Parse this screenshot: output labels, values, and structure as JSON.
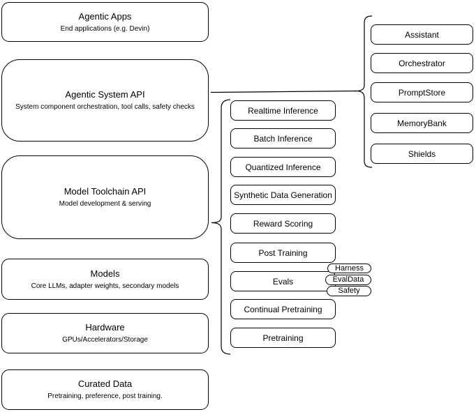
{
  "stack": [
    {
      "title": "Agentic Apps",
      "subtitle": "End applications (e.g. Devin)"
    },
    {
      "title": "Agentic System API",
      "subtitle": "System component orchestration, tool calls, safety checks"
    },
    {
      "title": "Model Toolchain API",
      "subtitle": "Model development & serving"
    },
    {
      "title": "Models",
      "subtitle": "Core LLMs, adapter weights, secondary models"
    },
    {
      "title": "Hardware",
      "subtitle": "GPUs/Accelerators/Storage"
    },
    {
      "title": "Curated Data",
      "subtitle": "Pretraining, preference, post training."
    }
  ],
  "toolchain_items": [
    "Realtime Inference",
    "Batch Inference",
    "Quantized Inference",
    "Synthetic Data Generation",
    "Reward Scoring",
    "Post Training",
    "Evals",
    "Continual Pretraining",
    "Pretraining"
  ],
  "evals_tags": [
    "Harness",
    "EvalData",
    "Safety"
  ],
  "system_components": [
    "Assistant",
    "Orchestrator",
    "PromptStore",
    "MemoryBank",
    "Shields"
  ],
  "colors": {
    "stroke": "#000000",
    "fill": "#ffffff",
    "text": "#000000"
  }
}
